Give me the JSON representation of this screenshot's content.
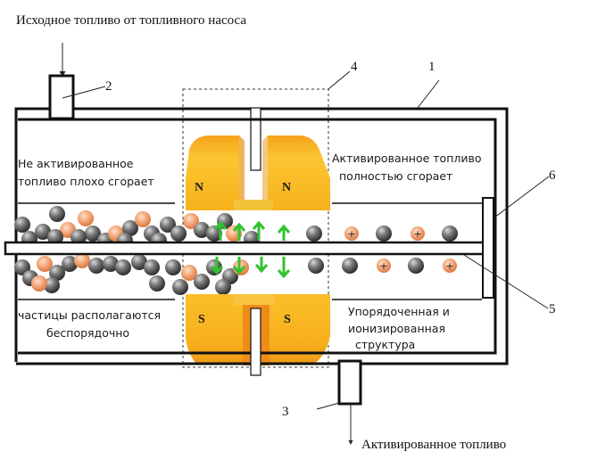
{
  "title_top": "Исходное топливо от топливного насоса",
  "title_bottom": "Активированное топливо",
  "callouts": {
    "housing": "1",
    "inlet": "2",
    "outlet": "3",
    "magnet_block": "4",
    "rod": "5",
    "plate": "6"
  },
  "left_zone": {
    "top_text_line1": "Не активированное",
    "top_text_line2": "топливо плохо сгорает",
    "bottom_text_line1": "частицы располагаются",
    "bottom_text_line2": "беспорядочно"
  },
  "right_zone": {
    "top_text_line1": "Активированное топливо",
    "top_text_line2": "полностью сгорает",
    "bottom_text_line1": "Упорядоченная и",
    "bottom_text_line2": "ионизированная",
    "bottom_text_line3": "структура"
  },
  "magnets": {
    "north_left": "N",
    "north_right": "N",
    "south_left": "S",
    "south_right": "S"
  },
  "ion_sign": "+",
  "colors": {
    "magnet": "#f7b51c",
    "magnet_dark": "#e8930f",
    "particle_gray": "#6e6e6e",
    "particle_orange": "#ee9a6a",
    "field_arrow": "#2fc42f"
  }
}
